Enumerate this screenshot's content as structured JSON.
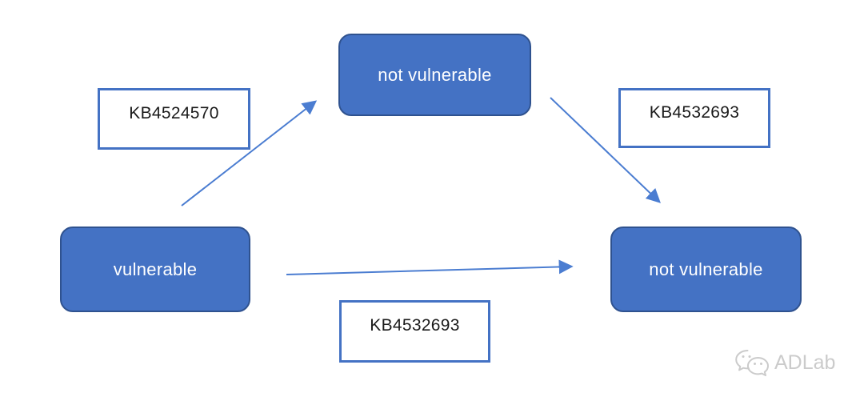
{
  "diagram": {
    "nodes": [
      {
        "id": "vulnerable",
        "label": "vulnerable"
      },
      {
        "id": "not-vulnerable-top",
        "label": "not vulnerable"
      },
      {
        "id": "not-vulnerable-right",
        "label": "not vulnerable"
      }
    ],
    "edge_labels": [
      {
        "id": "kb4524570",
        "label": "KB4524570"
      },
      {
        "id": "kb4532693-right",
        "label": "KB4532693"
      },
      {
        "id": "kb4532693-bottom",
        "label": "KB4532693"
      }
    ],
    "edges": [
      {
        "from": "vulnerable",
        "to": "not-vulnerable-top",
        "label": "KB4524570"
      },
      {
        "from": "not-vulnerable-top",
        "to": "not-vulnerable-right",
        "label": "KB4532693"
      },
      {
        "from": "vulnerable",
        "to": "not-vulnerable-right",
        "label": "KB4532693"
      }
    ],
    "colors": {
      "node_fill": "#4472C4",
      "node_border": "#2F528F",
      "node_text": "#FFFFFF",
      "label_border": "#4472C4",
      "label_text": "#1A1A1A",
      "arrow": "#4B7DD1",
      "watermark": "#CBCBCB"
    }
  },
  "watermark": {
    "icon": "wechat-icon",
    "text": "ADLab"
  }
}
